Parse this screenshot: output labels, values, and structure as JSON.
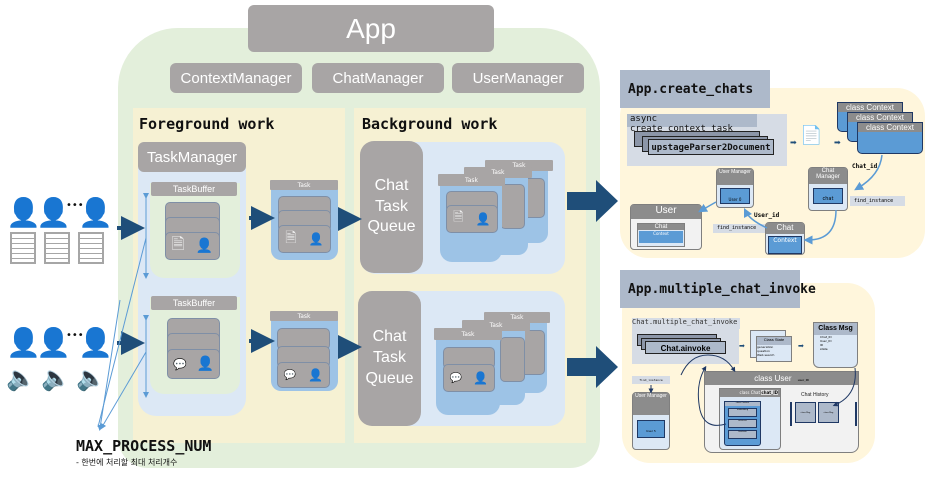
{
  "app": {
    "title": "App",
    "managers": [
      "ContextManager",
      "ChatManager",
      "UserManager"
    ]
  },
  "foreground": {
    "title": "Foreground work",
    "task_manager": "TaskManager",
    "buffers": [
      {
        "label": "TaskBuffer",
        "kind": "document"
      },
      {
        "label": "TaskBuffer",
        "kind": "chat"
      }
    ],
    "task_label": "Task"
  },
  "background": {
    "title": "Background work",
    "queues": [
      {
        "label": "Chat\nTask\nQueue",
        "lines": [
          "Chat",
          "Task",
          "Queue"
        ]
      },
      {
        "label": "Chat\nTask\nQueue",
        "lines": [
          "Chat",
          "Task",
          "Queue"
        ]
      }
    ],
    "task_label": "Task"
  },
  "inputs": {
    "ellipsis": "•••"
  },
  "max_process": {
    "title": "MAX_PROCESS_NUM",
    "subtitle": "- 한번에 처리할 최대 처리개수"
  },
  "create_chats": {
    "title": "App.create_chats",
    "async_label": "async create_context_task",
    "parser_label": "upstageParser2Document",
    "class_context": "class Context",
    "chat_id_label": "Chat_id",
    "user_id_label": "User_id",
    "find_instance": "find_instance",
    "chat_manager": "Chat Manager",
    "chat_manager_inner": "chat",
    "user_manager": "User Manager",
    "user_manager_inner": "User 0",
    "user_box": "User",
    "user_chat": "Chat",
    "user_context": "Context",
    "chat_box": "Chat",
    "chat_context": "Context"
  },
  "multiple_chat_invoke": {
    "title": "App.multiple_chat_invoke",
    "method_label": "Chat.multiple_chat_invoke",
    "ainvoke_label": "Chat.ainvoke",
    "class_state": "Class State",
    "class_state_fields": [
      "generation",
      "question",
      "Web search"
    ],
    "class_msg": "Class Msg",
    "class_msg_fields": [
      "Chat_ID",
      "User_ID",
      "ID",
      "state"
    ],
    "find_instance": "find_instance",
    "user_manager": "User Manager",
    "user_manager_inner": [
      "User 4",
      "User 5"
    ],
    "class_user": "class User",
    "user_id": "user_ID",
    "class_chat": "class Chat",
    "chat_id": "chat_ID",
    "class_context": "class Context",
    "context_items": [
      "embedding",
      "retriever",
      "llmchain"
    ],
    "chat_history": "Chat History",
    "history_items": [
      "class Msg",
      "class Msg"
    ]
  },
  "colors": {
    "gray_box": "#a8a5a5",
    "green_panel": "#e3efdb",
    "yellow_panel": "#f6f1d3",
    "light_blue": "#dce8f5",
    "mid_blue": "#9dc3e6",
    "arrow_navy": "#1f4e79",
    "cream_panel": "#fff6dc",
    "title_bar": "#adb9ca",
    "class_blue": "#5b9bd5"
  }
}
